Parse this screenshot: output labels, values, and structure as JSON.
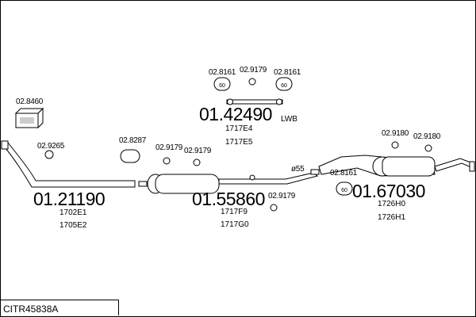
{
  "diagram": {
    "code": "CITR45838A",
    "refs": {
      "r1": "02.8460",
      "r2": "02.9265",
      "r3": "02.8287",
      "r4": "02.9179",
      "r5": "02.9179",
      "r6": "02.8161",
      "r7": "02.9179",
      "r8": "02.8161",
      "r9": "02.9179",
      "r10": "02.9180",
      "r11": "02.9180",
      "r12": "02.8161"
    },
    "parts": {
      "front_pipe": {
        "number": "01.21190",
        "codes": [
          "1702E1",
          "1705E2"
        ]
      },
      "intermediate": {
        "number": "01.42490",
        "note": "LWB",
        "codes": [
          "1717E4",
          "1717E5"
        ]
      },
      "middle_silencer": {
        "number": "01.55860",
        "codes": [
          "1717F9",
          "1717G0"
        ]
      },
      "rear_silencer": {
        "number": "01.67030",
        "codes": [
          "1726H0",
          "1726H1"
        ]
      }
    },
    "dim_label": "ø55",
    "dim_value": "55"
  }
}
